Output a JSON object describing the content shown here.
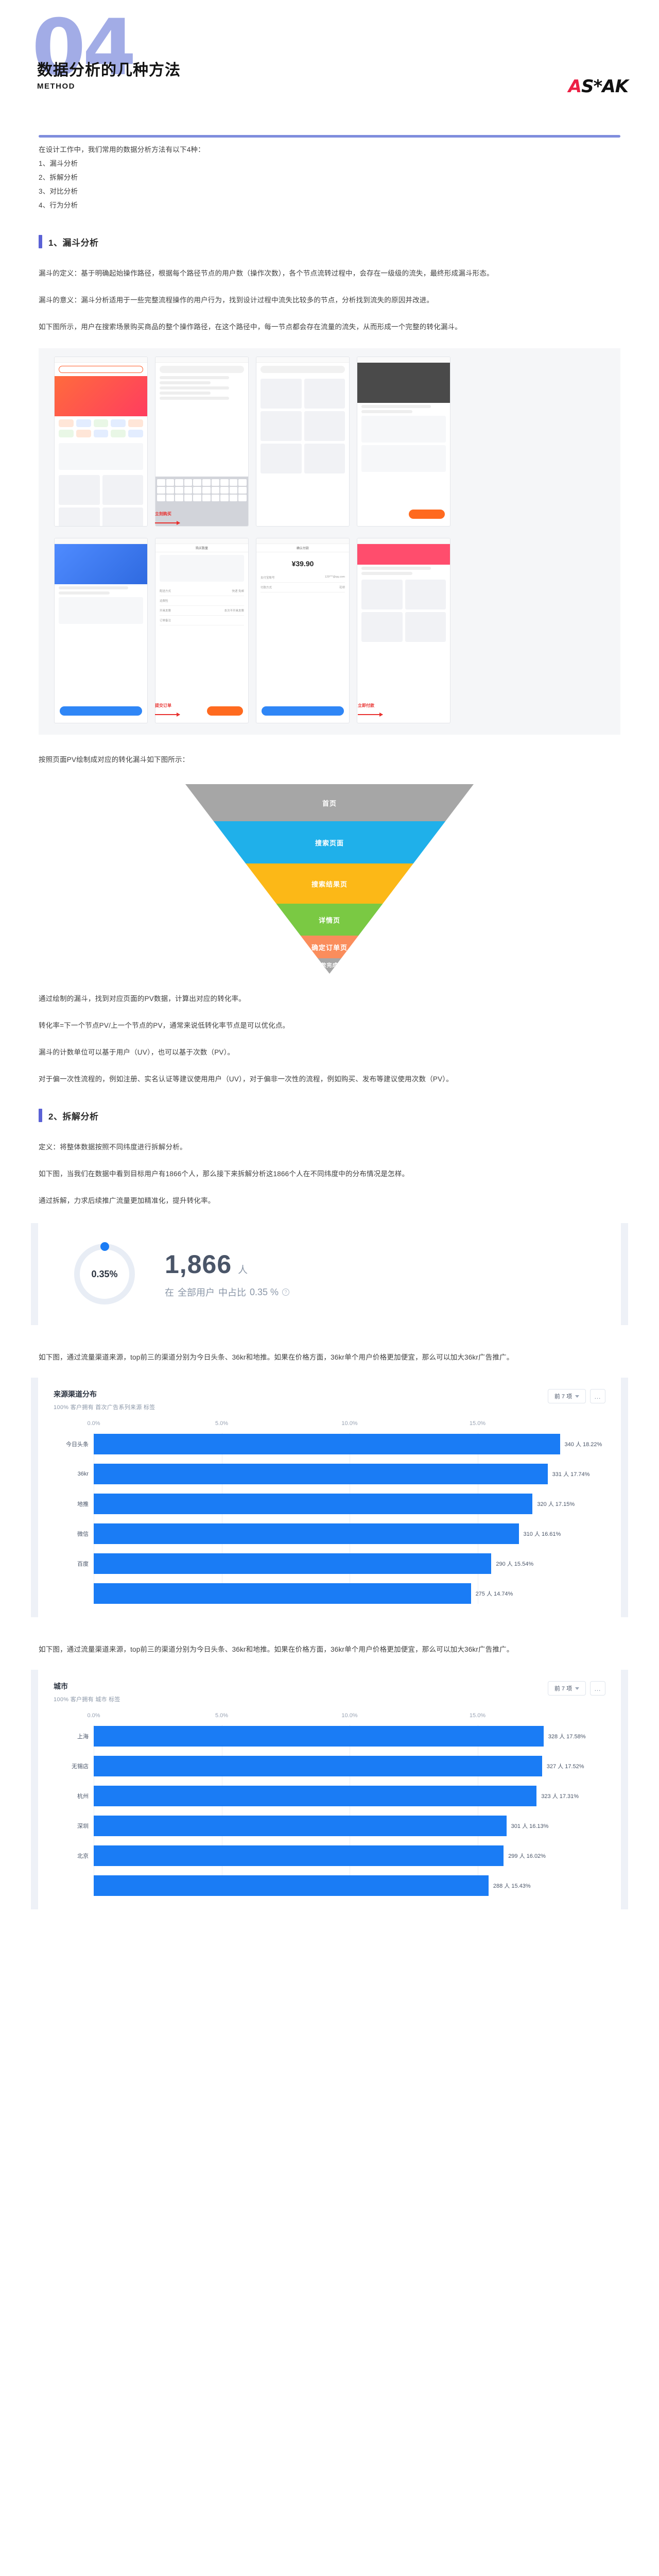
{
  "header": {
    "watermark": "04",
    "title": "数据分析的几种方法",
    "subtitle": "METHOD",
    "brand_a": "A",
    "brand_rest": "S*AK"
  },
  "intro": {
    "lead": "在设计工作中，我们常用的数据分析方法有以下4种：",
    "items": [
      "1、漏斗分析",
      "2、拆解分析",
      "3、对比分析",
      "4、行为分析"
    ]
  },
  "section1": {
    "title": "1、漏斗分析",
    "p1": "漏斗的定义：基于明确起始操作路径，根据每个路径节点的用户数（操作次数），各个节点流转过程中，会存在一级级的流失，最终形成漏斗形态。",
    "p2": "漏斗的意义：漏斗分析适用于一些完整流程操作的用户行为，找到设计过程中流失比较多的节点，分析找到流失的原因并改进。",
    "p3": "如下图所示，用户在搜索场景购买商品的整个操作路径，在这个路径中，每一节点都会存在流量的流失，从而形成一个完整的转化漏斗。",
    "mosaic_caption": "按照页面PV绘制成对应的转化漏斗如下图所示：",
    "after_funnel": [
      "通过绘制的漏斗，找到对应页面的PV数据，计算出对应的转化率。",
      "转化率=下一个节点PV/上一个节点的PV，通常来说低转化率节点是可以优化点。",
      "漏斗的计数单位可以基于用户（UV），也可以基于次数（PV）。",
      "对于偏一次性流程的，例如注册、实名认证等建议使用用户（UV），对于偏非一次性的流程，例如购买、发布等建议使用次数（PV）。"
    ],
    "flow_labels": [
      "立刻购买",
      "提交订单",
      "立即付款"
    ],
    "phone_texts": {
      "confirm_pay_title": "确认付款",
      "price": "¥39.90",
      "account_label": "支付宝账号",
      "account_value": "129***@qq.com",
      "paytype_label": "付款方式",
      "paytype_value": "花呗",
      "pay_button": "立即付款",
      "submit_button": "提交订单",
      "qty_label": "购买数量",
      "delivery_label": "配送方式",
      "delivery_value": "快递 免邮",
      "freight_label": "运费险",
      "invoice_label": "开具发票",
      "invoice_value": "本次不开具发票",
      "remark_label": "订单备注"
    }
  },
  "funnel": {
    "stages": [
      {
        "label": "首页",
        "color": "#a6a6a6"
      },
      {
        "label": "搜索页面",
        "color": "#1fb0ea"
      },
      {
        "label": "搜索结果页",
        "color": "#fcb817"
      },
      {
        "label": "详情页",
        "color": "#7ac943"
      },
      {
        "label": "确定订单页",
        "color": "#fa8d5c"
      },
      {
        "label": "付款完成页",
        "color": "#a6a6a6"
      }
    ]
  },
  "section2": {
    "title": "2、拆解分析",
    "p1": "定义：将整体数据按照不同纬度进行拆解分析。",
    "p2": "如下图，当我们在数据中看到目标用户有1866个人，那么接下来拆解分析这1866个人在不同纬度中的分布情况是怎样。",
    "p3": "通过拆解，力求后续推广流量更加精准化，提升转化率。",
    "chart1_note": "如下图，通过流量渠道来源，top前三的渠道分别为今日头条、36kr和地推。如果在价格方面，36kr单个用户价格更加便宜，那么可以加大36kr广告推广。",
    "chart2_note": "如下图，通过流量渠道来源，top前三的渠道分别为今日头条、36kr和地推。如果在价格方面，36kr单个用户价格更加便宜，那么可以加大36kr广告推广。"
  },
  "metric": {
    "donut_percent": "0.35%",
    "donut_value": 0.35,
    "number": "1,866",
    "unit": "人",
    "sub_prefix": "在",
    "sub_scope": "全部用户",
    "sub_mid": "中占比",
    "sub_value": "0.35 %",
    "help_icon": "?",
    "accent": "#1a7cf5"
  },
  "chart_data": [
    {
      "type": "bar",
      "orientation": "horizontal",
      "title": "来源渠道分布",
      "subtitle": "100% 客户拥有 首次广告系列来源 标签",
      "select_label": "前 7 项",
      "more_label": "…",
      "xlabel": "",
      "ylabel": "",
      "xlim": [
        0,
        20
      ],
      "xticks": [
        "0.0%",
        "5.0%",
        "10.0%",
        "15.0%"
      ],
      "xtick_values": [
        0,
        5,
        10,
        15
      ],
      "grid": true,
      "bar_color": "#1a7cf5",
      "categories": [
        "今日头条",
        "36kr",
        "地推",
        "微信",
        "百度",
        ""
      ],
      "values": [
        18.22,
        17.74,
        17.15,
        16.61,
        15.54,
        14.74
      ],
      "counts": [
        340,
        331,
        320,
        310,
        290,
        275
      ],
      "labels": [
        "340 人 18.22%",
        "331 人 17.74%",
        "320 人 17.15%",
        "310 人 16.61%",
        "290 人 15.54%",
        "275 人 14.74%"
      ]
    },
    {
      "type": "bar",
      "orientation": "horizontal",
      "title": "城市",
      "subtitle": "100% 客户拥有 城市 标签",
      "select_label": "前 7 项",
      "more_label": "…",
      "xlabel": "",
      "ylabel": "",
      "xlim": [
        0,
        20
      ],
      "xticks": [
        "0.0%",
        "5.0%",
        "10.0%",
        "15.0%"
      ],
      "xtick_values": [
        0,
        5,
        10,
        15
      ],
      "grid": true,
      "bar_color": "#1a7cf5",
      "categories": [
        "上海",
        "无锡店",
        "杭州",
        "深圳",
        "北京",
        ""
      ],
      "values": [
        17.58,
        17.52,
        17.31,
        16.13,
        16.02,
        15.43
      ],
      "counts": [
        328,
        327,
        323,
        301,
        299,
        288
      ],
      "labels": [
        "328 人 17.58%",
        "327 人 17.52%",
        "323 人 17.31%",
        "301 人 16.13%",
        "299 人 16.02%",
        "288 人 15.43%"
      ]
    }
  ]
}
